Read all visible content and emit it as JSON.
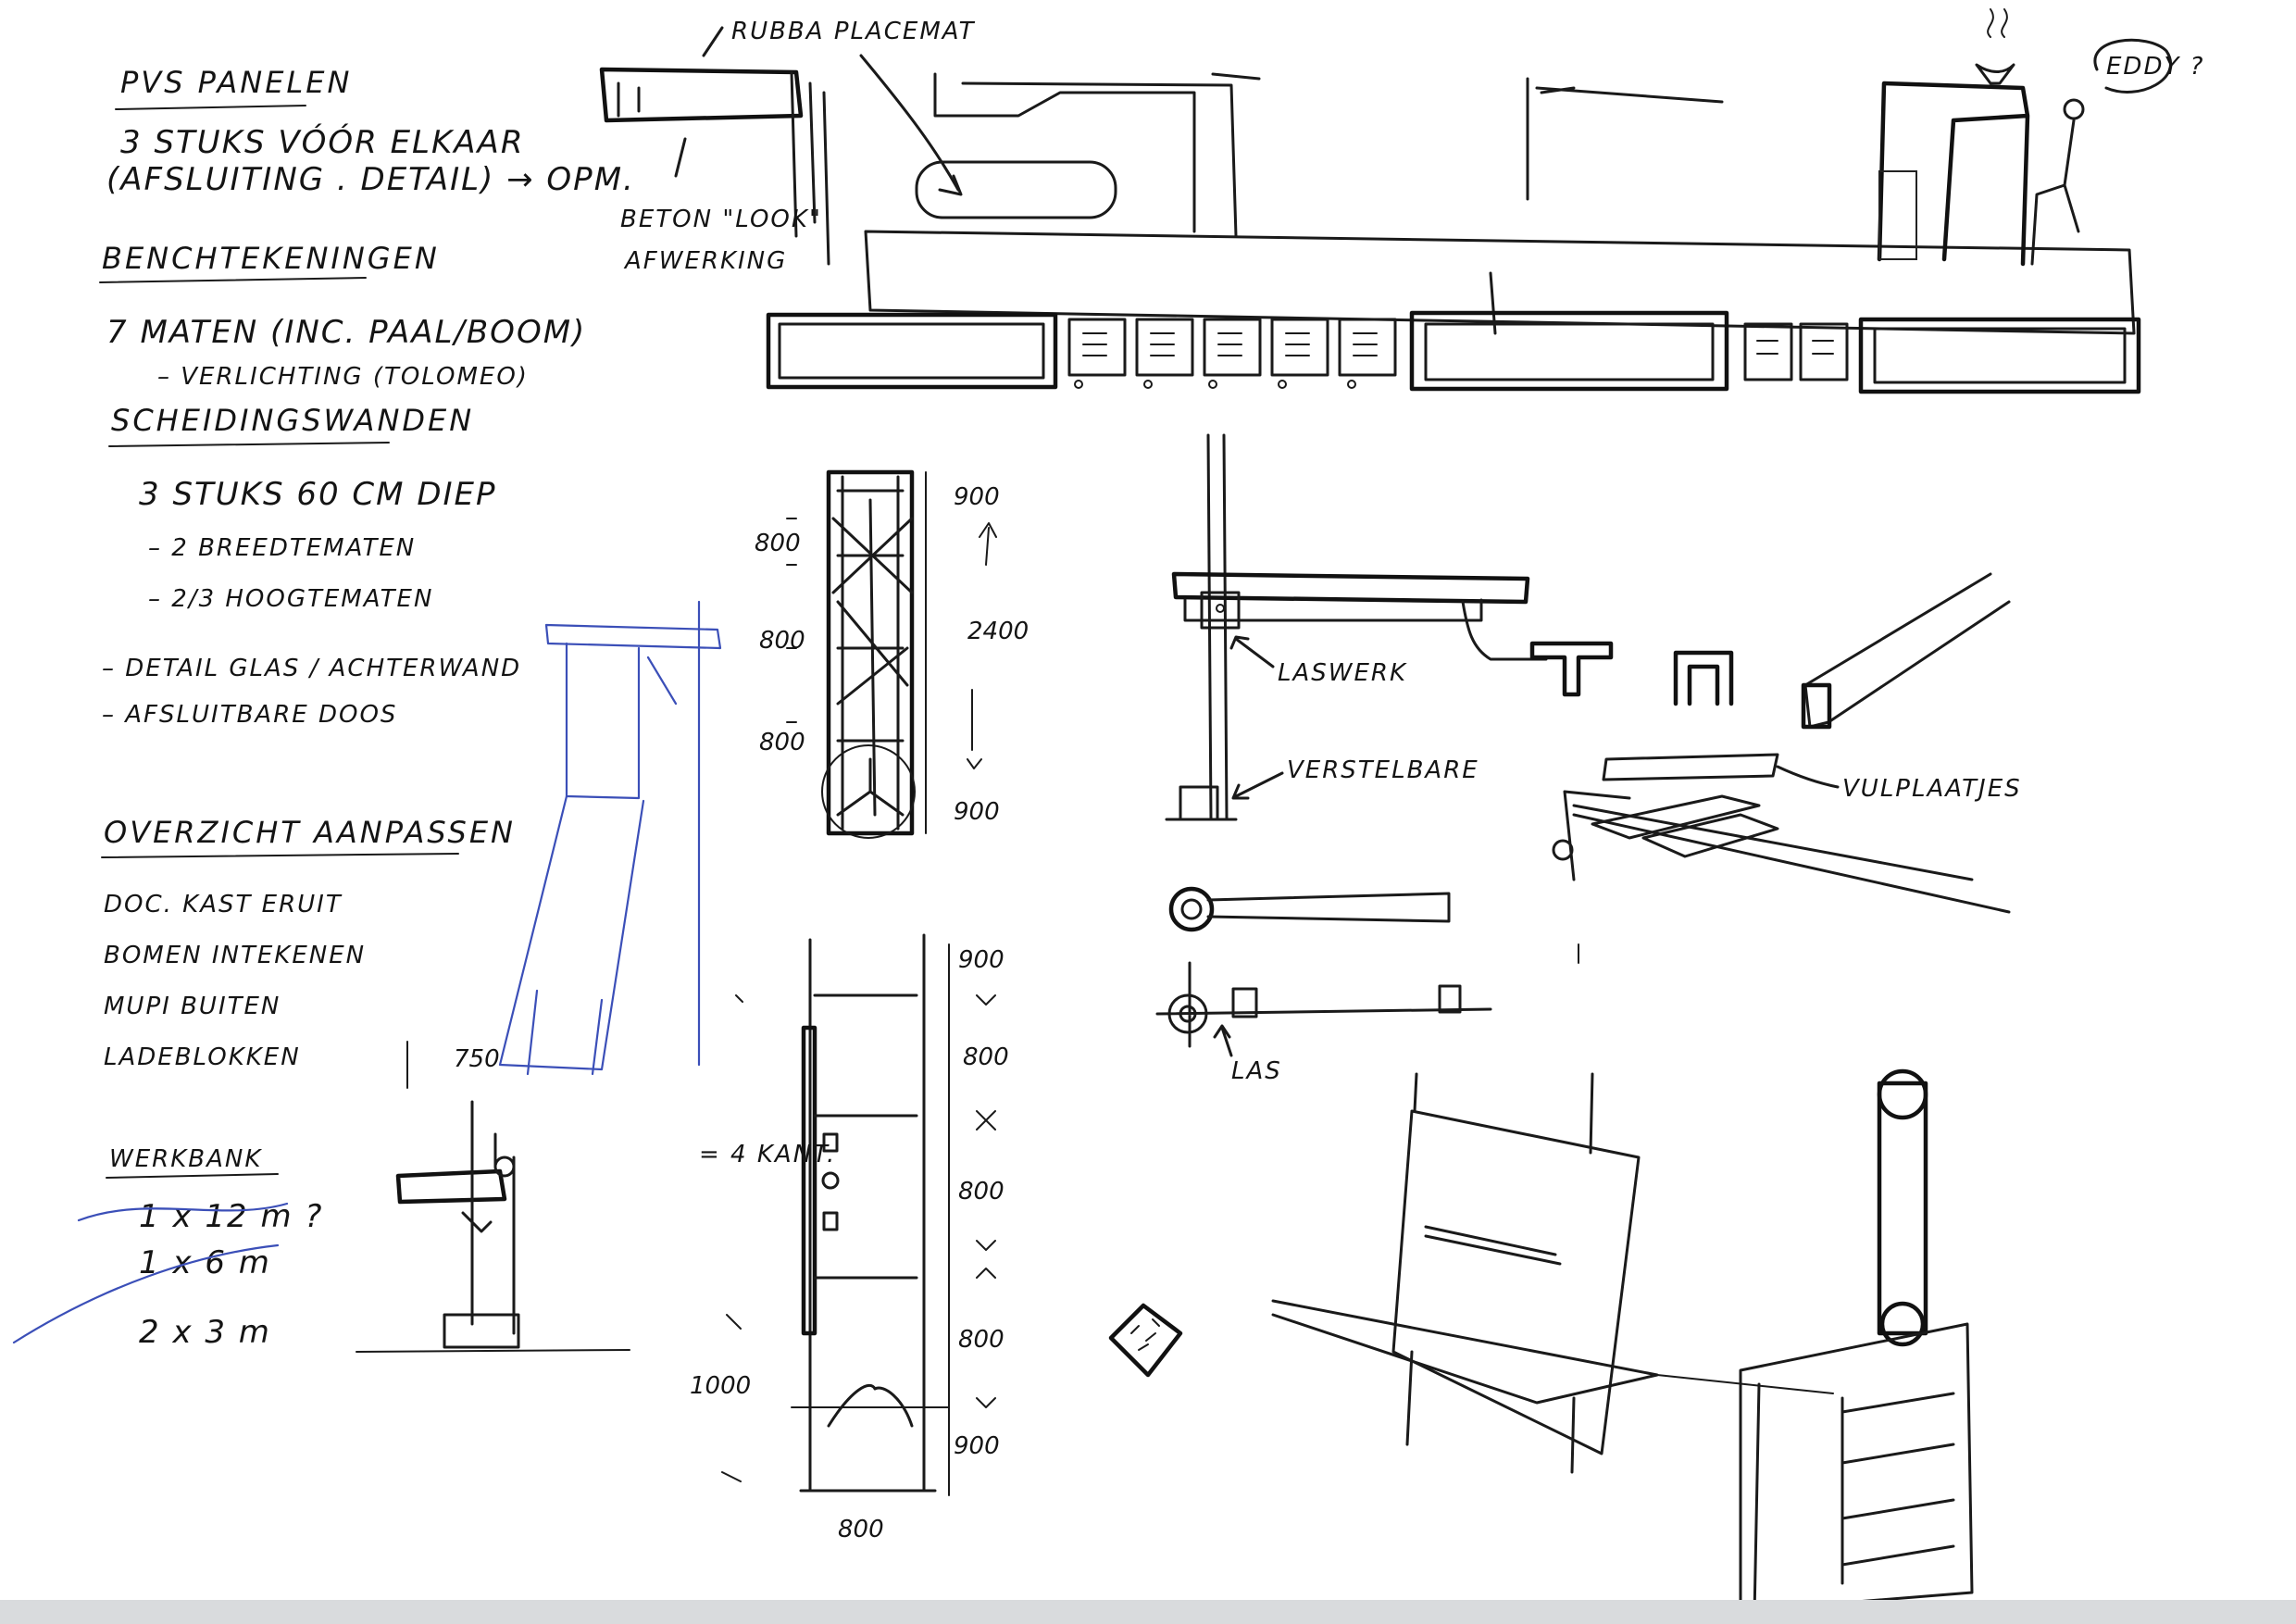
{
  "notes": {
    "h1": "PVS PANELEN",
    "n1a": "3 STUKS VÓÓR ELKAAR",
    "n1b": "(AFSLUITING . DETAIL) → OPM.",
    "h2": "BENCHTEKENINGEN",
    "n2a": "7 MATEN (INC. PAAL/BOOM)",
    "n2b": "– VERLICHTING (TOLOMEO)",
    "h3": "SCHEIDINGSWANDEN",
    "n3a": "3 STUKS 60 CM DIEP",
    "n3b": "– 2 BREEDTEMATEN",
    "n3c": "– 2/3 HOOGTEMATEN",
    "n3d": "– DETAIL GLAS / ACHTERWAND",
    "n3e": "– AFSLUITBARE DOOS",
    "h4": "OVERZICHT AANPASSEN",
    "n4a": "DOC. KAST ERUIT",
    "n4b": "BOMEN INTEKENEN",
    "n4c": "MUPI BUITEN",
    "n4d": "LADEBLOKKEN",
    "h5": "WERKBANK",
    "n5a": "1 x 12 m ?",
    "n5b": "1 x 6 m",
    "n5c": "2 x 3 m"
  },
  "labels": {
    "rubba": "RUBBA PLACEMAT",
    "beton1": "BETON \"LOOK\"",
    "beton2": "AFWERKING",
    "eddy": "EDDY ?",
    "laswerk": "LASWERK",
    "verstelbare": "VERSTELBARE",
    "vulplaatjes": "VULPLAATJES",
    "las": "LAS",
    "kant": "= 4 KANT.",
    "d750": "750"
  },
  "dims1": {
    "a": "900",
    "b": "800",
    "c": "800",
    "d": "800",
    "e": "2400",
    "f": "900"
  },
  "dims2": {
    "a": "900",
    "b": "800",
    "c": "800",
    "d": "800",
    "e": "900",
    "f": "1000",
    "g": "800"
  },
  "colors": {
    "ink": "#1a1a1a",
    "blue_pen": "#3b4fb8",
    "paper": "#ffffff"
  }
}
